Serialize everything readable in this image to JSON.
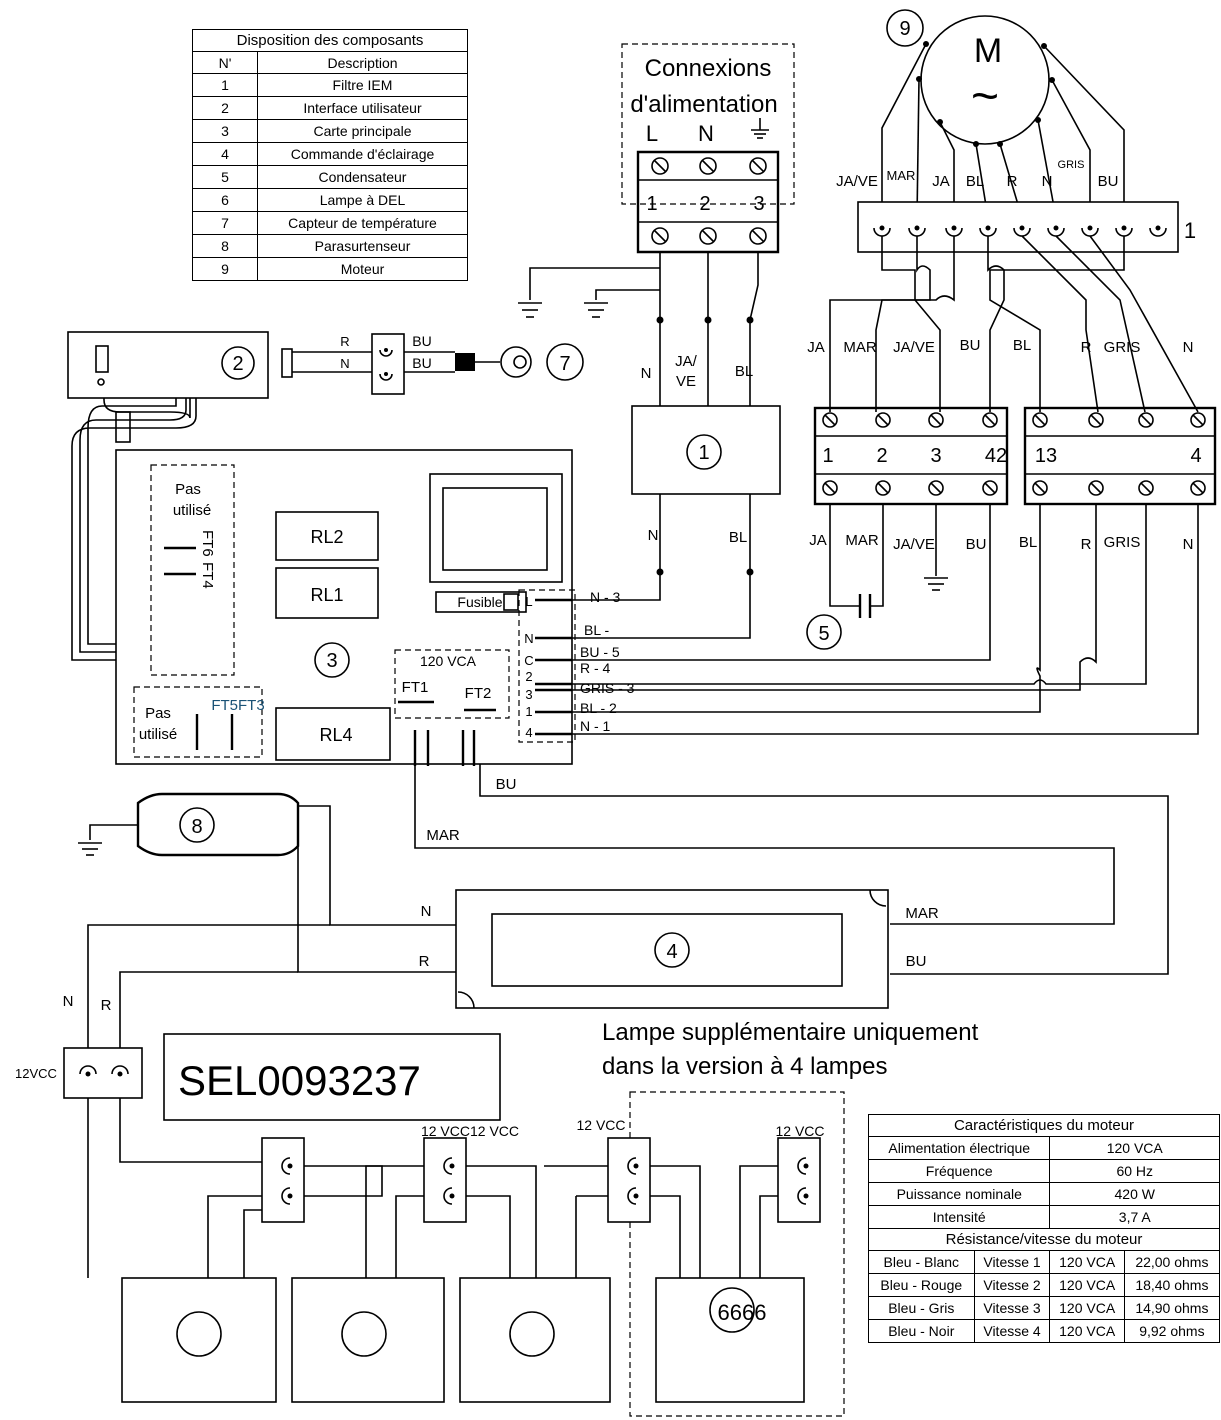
{
  "component_table": {
    "title": "Disposition des composants",
    "col_no": "N'",
    "col_desc": "Description",
    "rows": [
      {
        "n": "1",
        "desc": "Filtre IEM"
      },
      {
        "n": "2",
        "desc": "Interface utilisateur"
      },
      {
        "n": "3",
        "desc": "Carte principale"
      },
      {
        "n": "4",
        "desc": "Commande d'éclairage"
      },
      {
        "n": "5",
        "desc": "Condensateur"
      },
      {
        "n": "6",
        "desc": "Lampe à DEL"
      },
      {
        "n": "7",
        "desc": "Capteur de température"
      },
      {
        "n": "8",
        "desc": "Parasurtenseur"
      },
      {
        "n": "9",
        "desc": "Moteur"
      }
    ]
  },
  "power": {
    "title1": "Connexions",
    "title2": "d'alimentation",
    "L": "L",
    "N": "N",
    "t1": "1",
    "t2": "2",
    "t3": "3"
  },
  "motor": {
    "num": "9",
    "M": "M",
    "tilde": "~",
    "strip_num": "1",
    "wires": [
      "JA/VE",
      "MAR",
      "JA",
      "BL",
      "R",
      "N",
      "GRIS",
      "BU"
    ]
  },
  "mid_wires": [
    "JA",
    "MAR",
    "JA/VE",
    "BU",
    "BL",
    "R",
    "GRIS",
    "N"
  ],
  "bot_wires": [
    "JA",
    "MAR",
    "JA/VE",
    "BU",
    "BL",
    "R",
    "GRIS",
    "N"
  ],
  "terminal_blocks": {
    "a": [
      "1",
      "2",
      "3",
      "42"
    ],
    "b": [
      "13",
      "4"
    ]
  },
  "filter": {
    "num": "1",
    "in_n": "N",
    "in_jave1": "JA/",
    "in_jave2": "VE",
    "in_bl": "BL",
    "out_n": "N",
    "out_bl": "BL"
  },
  "ui": {
    "num": "2",
    "r": "R",
    "n": "N",
    "bu1": "BU",
    "bu2": "BU",
    "sensor": "7"
  },
  "board": {
    "num": "3",
    "unused1a": "Pas",
    "unused1b": "utilisé",
    "ft6": "FT6",
    "ft4": "FT4",
    "unused2a": "Pas",
    "unused2b": "utilisé",
    "ft5ft3": "FT5FT3",
    "rl2": "RL2",
    "rl1": "RL1",
    "rl4": "RL4",
    "fuse": "Fusible",
    "vca": "120 VCA",
    "ft1": "FT1",
    "ft2": "FT2",
    "pins": [
      "L",
      "N",
      "C",
      "2",
      "3",
      "1",
      "4"
    ],
    "pin_labels": [
      "N - 3",
      "BL -",
      "BU - 5",
      "R - 4",
      "GRIS - 3",
      "BL - 2",
      "N - 1"
    ]
  },
  "capacitor": {
    "num": "5"
  },
  "surge": {
    "num": "8"
  },
  "light": {
    "num": "4",
    "n": "N",
    "r": "R",
    "mar": "MAR",
    "bu": "BU",
    "bu_top": "BU",
    "mar_top": "MAR"
  },
  "lamps": {
    "n": "N",
    "r": "R",
    "vcc_left": "12VCC",
    "code": "SEL0093237",
    "note1": "Lampe supplémentaire uniquement",
    "note2": "dans la version à 4 lampes",
    "vcc_labels": [
      "12 VCC12 VCC",
      "12 VCC",
      "12 VCC"
    ],
    "lamp6": "6666"
  },
  "motor_specs": {
    "title": "Caractéristiques du moteur",
    "rows": [
      {
        "k": "Alimentation électrique",
        "v": "120 VCA"
      },
      {
        "k": "Fréquence",
        "v": "60 Hz"
      },
      {
        "k": "Puissance nominale",
        "v": "420 W"
      },
      {
        "k": "Intensité",
        "v": "3,7 A"
      }
    ],
    "res_title": "Résistance/vitesse du moteur",
    "res_rows": [
      {
        "pair": "Bleu - Blanc",
        "speed": "Vitesse 1",
        "volt": "120 VCA",
        "ohm": "22,00 ohms"
      },
      {
        "pair": "Bleu - Rouge",
        "speed": "Vitesse 2",
        "volt": "120 VCA",
        "ohm": "18,40 ohms"
      },
      {
        "pair": "Bleu - Gris",
        "speed": "Vitesse 3",
        "volt": "120 VCA",
        "ohm": "14,90 ohms"
      },
      {
        "pair": "Bleu - Noir",
        "speed": "Vitesse 4",
        "volt": "120 VCA",
        "ohm": "9,92 ohms"
      }
    ]
  }
}
